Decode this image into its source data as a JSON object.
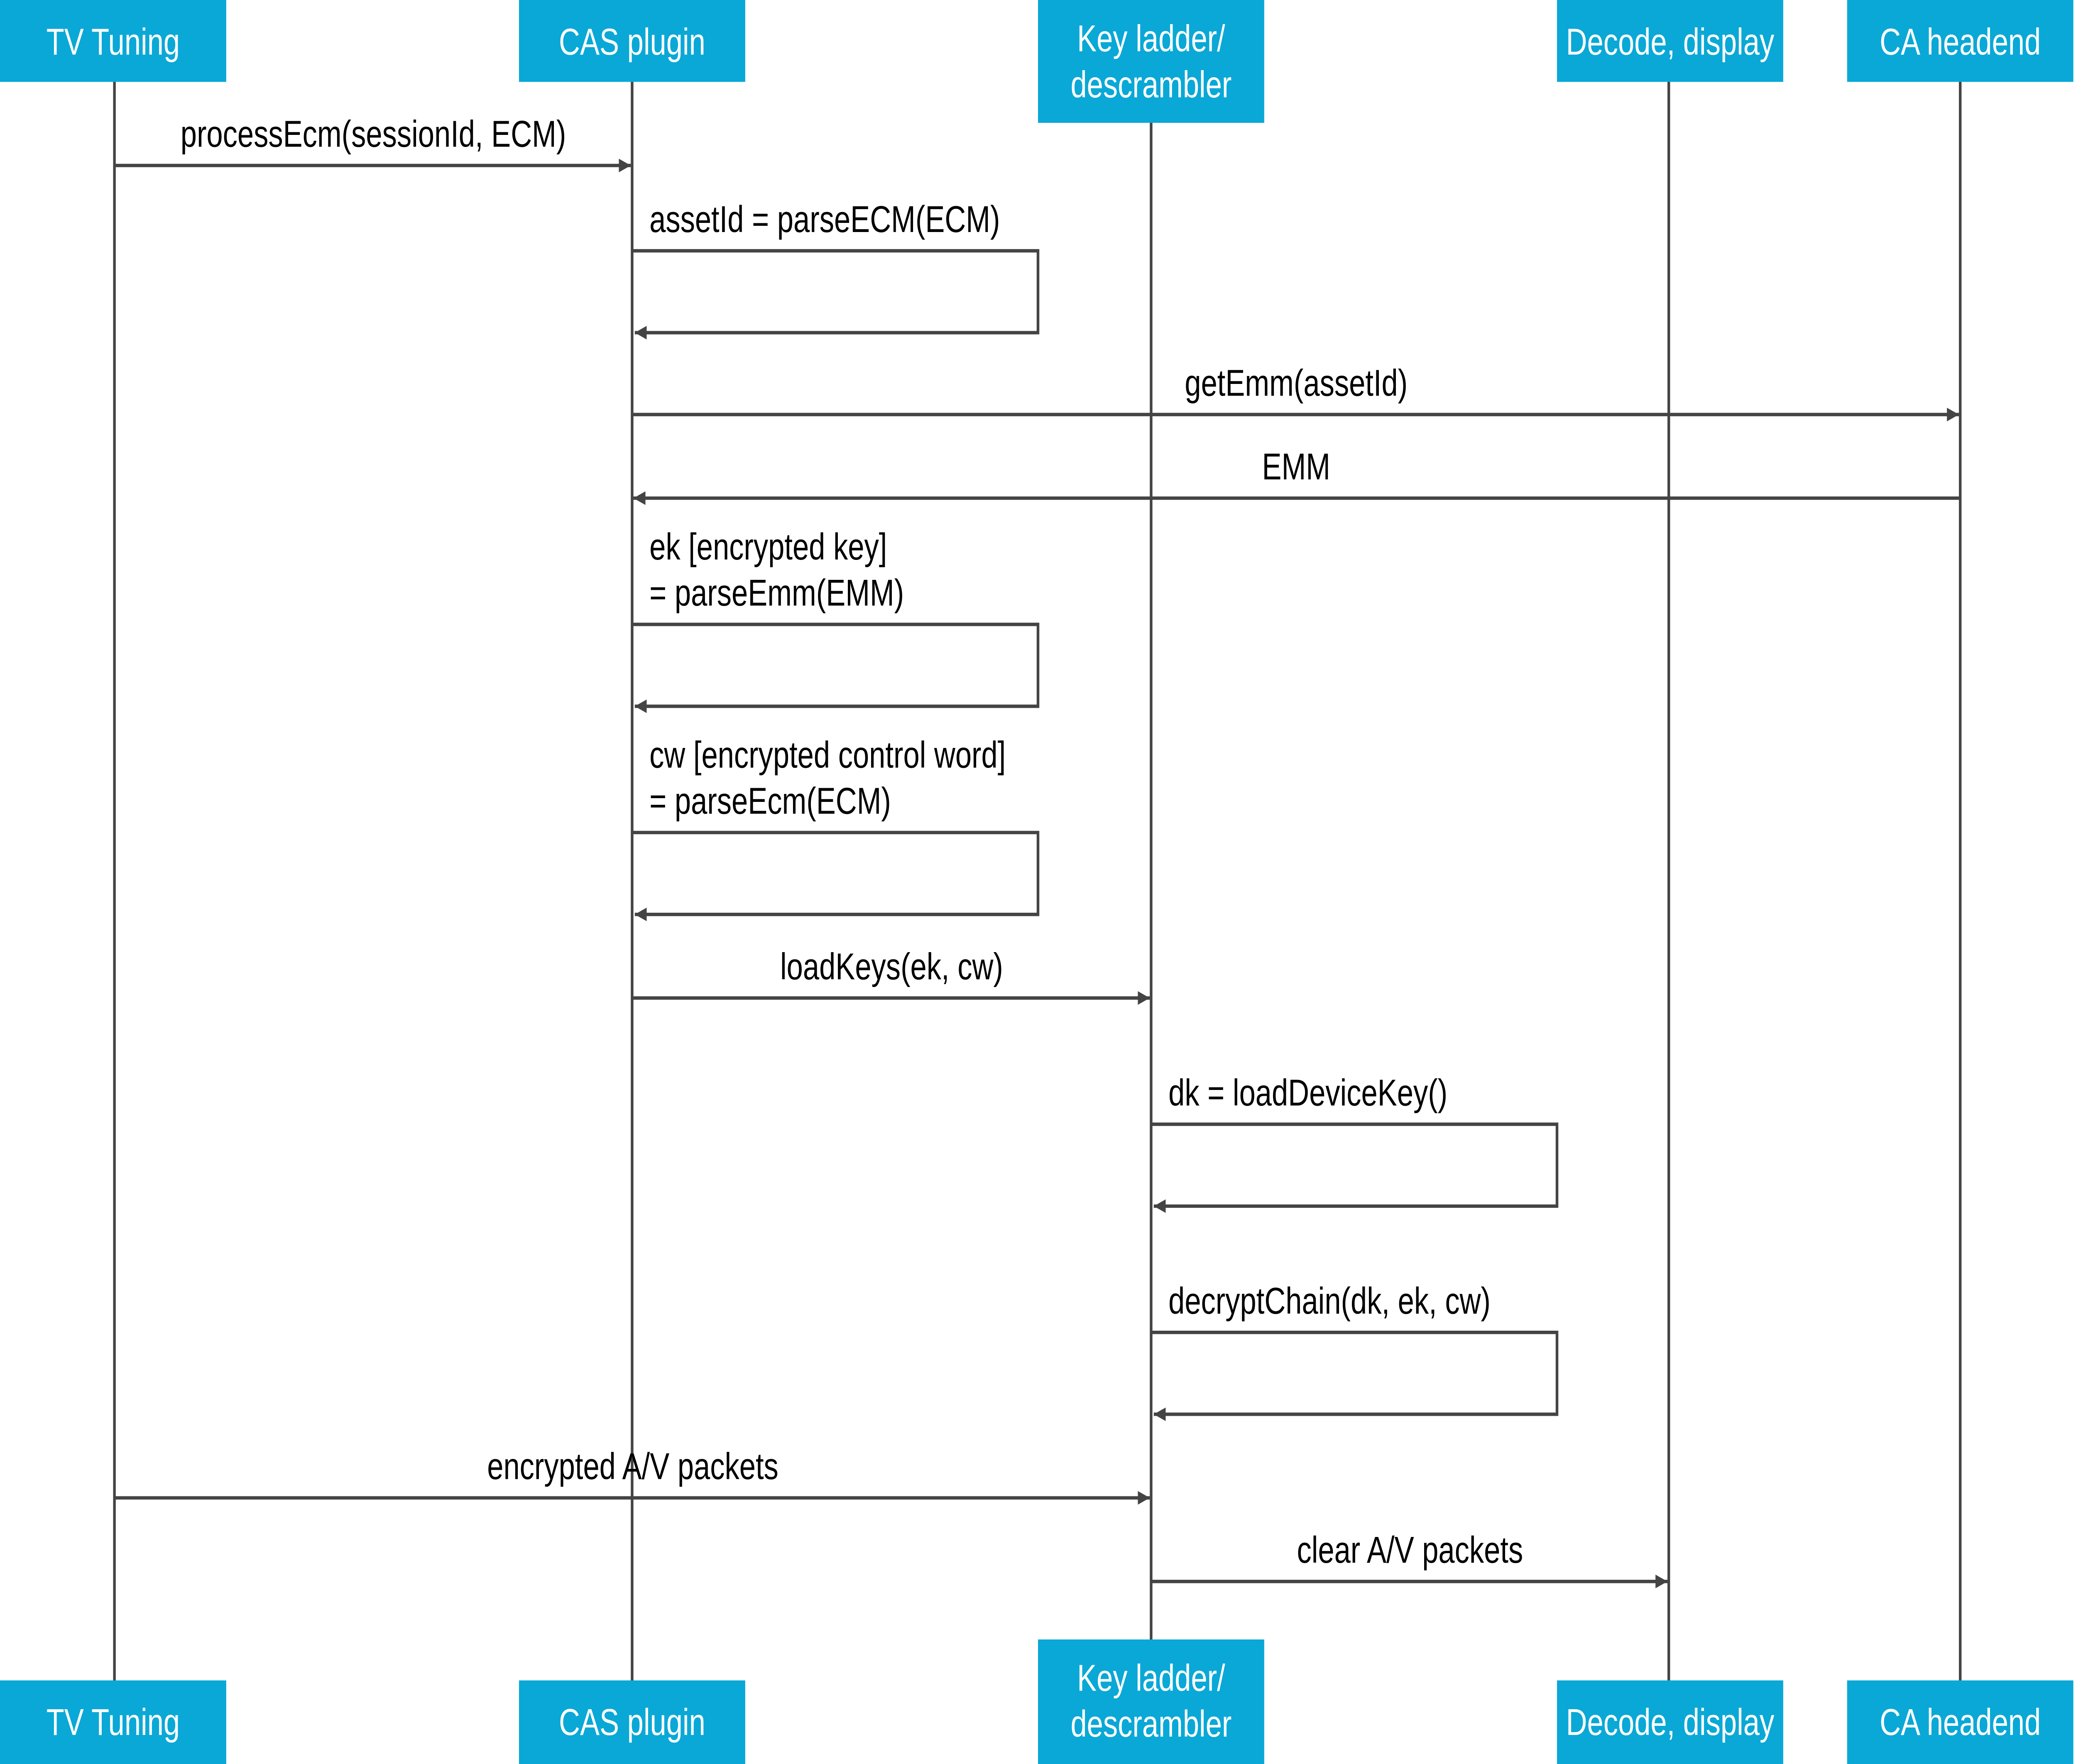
{
  "colors": {
    "header": "#0aa8d6",
    "line": "#444444",
    "header_text": "#ffffff",
    "text": "#000000"
  },
  "participants": [
    {
      "lines": [
        "TV Tuning"
      ]
    },
    {
      "lines": [
        "CAS plugin"
      ]
    },
    {
      "lines": [
        "Key ladder/",
        "descrambler"
      ]
    },
    {
      "lines": [
        "Decode, display"
      ]
    },
    {
      "lines": [
        "CA headend"
      ]
    }
  ],
  "messages": [
    {
      "from": 0,
      "to": 1,
      "lines": [
        "processEcm(sessionId, ECM)"
      ]
    },
    {
      "from": 1,
      "to": 1,
      "lines": [
        "assetId = parseECM(ECM)"
      ]
    },
    {
      "from": 1,
      "to": 4,
      "lines": [
        "getEmm(assetId)"
      ]
    },
    {
      "from": 4,
      "to": 1,
      "lines": [
        "EMM"
      ]
    },
    {
      "from": 1,
      "to": 1,
      "lines": [
        "ek [encrypted key]",
        "= parseEmm(EMM)"
      ]
    },
    {
      "from": 1,
      "to": 1,
      "lines": [
        "cw [encrypted control word]",
        "= parseEcm(ECM)"
      ]
    },
    {
      "from": 1,
      "to": 2,
      "lines": [
        "loadKeys(ek, cw)"
      ]
    },
    {
      "from": 2,
      "to": 2,
      "lines": [
        "dk = loadDeviceKey()"
      ]
    },
    {
      "from": 2,
      "to": 2,
      "lines": [
        "decryptChain(dk, ek, cw)"
      ]
    },
    {
      "from": 0,
      "to": 2,
      "lines": [
        "encrypted A/V packets"
      ]
    },
    {
      "from": 2,
      "to": 3,
      "lines": [
        "clear A/V packets"
      ]
    }
  ]
}
